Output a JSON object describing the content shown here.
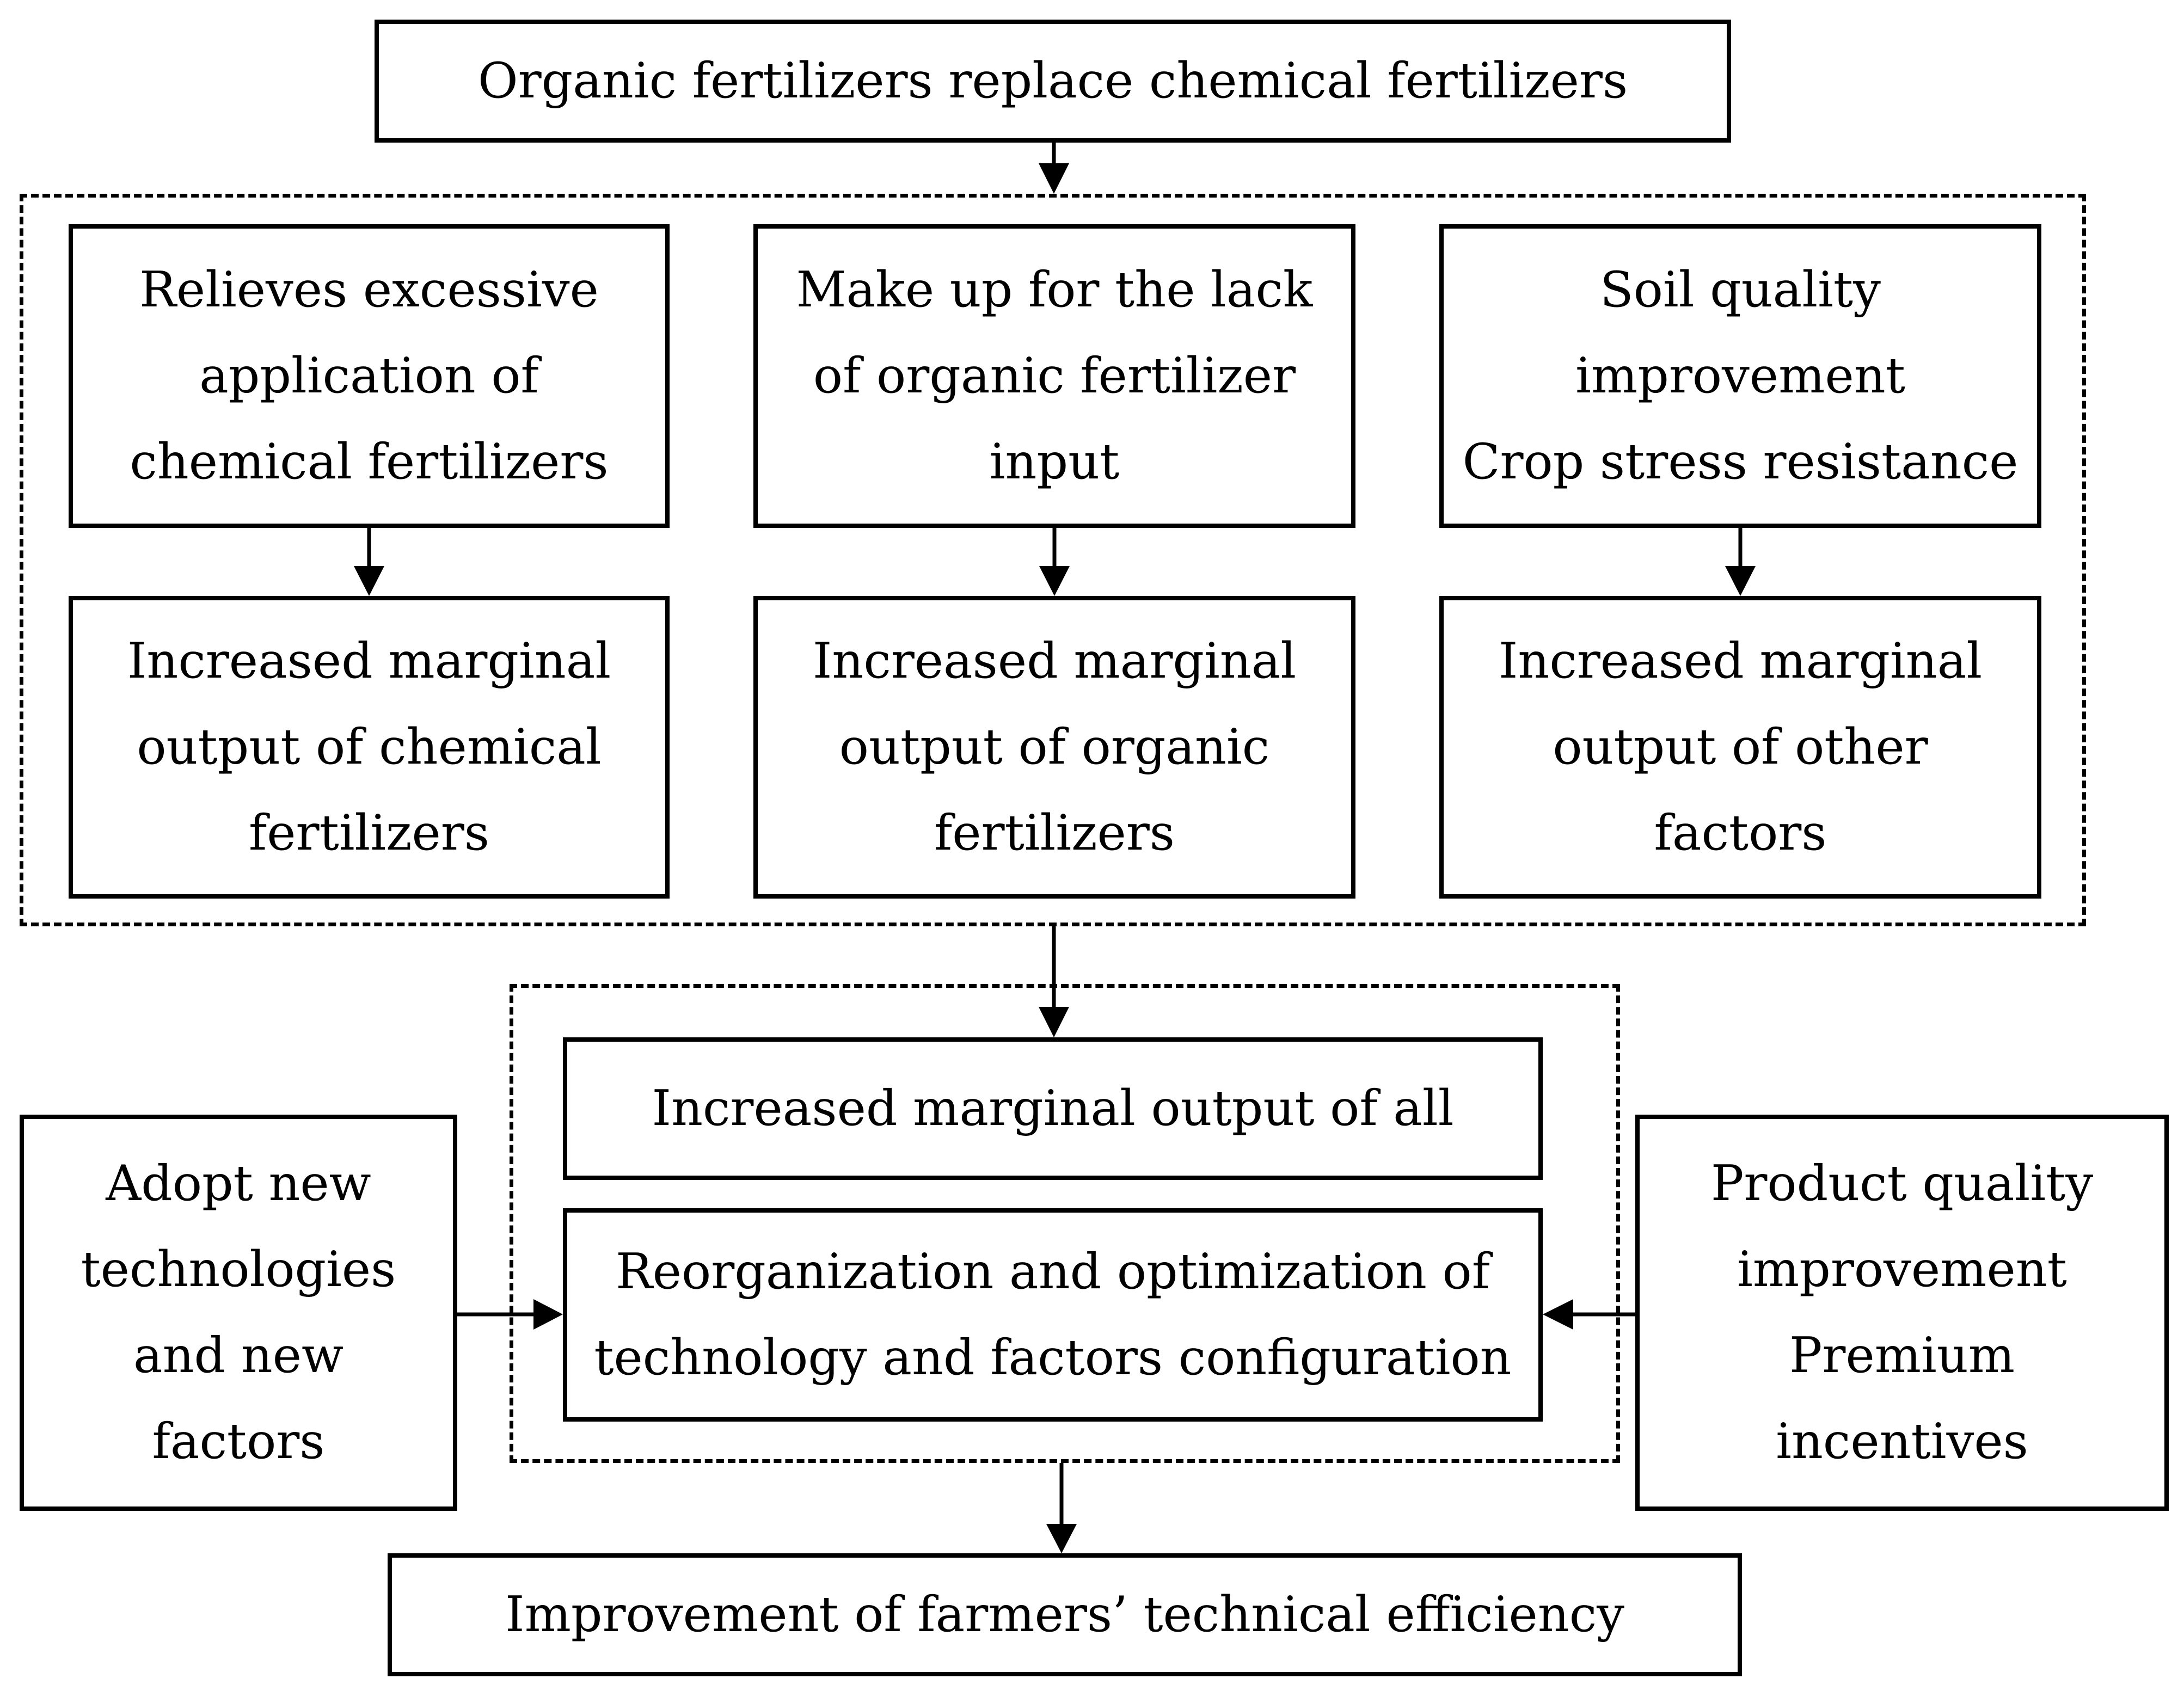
{
  "diagram": {
    "top": "Organic fertilizers replace chemical fertilizers",
    "effects": [
      {
        "cause": [
          "Relieves excessive",
          "application of",
          "chemical fertilizers"
        ],
        "result": [
          "Increased marginal",
          "output of chemical",
          "fertilizers"
        ]
      },
      {
        "cause": [
          "Make up for the lack",
          "of organic fertilizer",
          "input"
        ],
        "result": [
          "Increased marginal",
          "output of organic",
          "fertilizers"
        ]
      },
      {
        "cause": [
          "Soil quality",
          "improvement",
          "Crop stress resistance"
        ],
        "result": [
          "Increased marginal",
          "output of other",
          "factors"
        ]
      }
    ],
    "center_upper": "Increased marginal output of all",
    "center_lower": [
      "Reorganization and optimization of",
      "technology and factors configuration"
    ],
    "left": [
      "Adopt new",
      "technologies",
      "and new",
      "factors"
    ],
    "right": [
      "Product quality",
      "improvement",
      "Premium",
      "incentives"
    ],
    "bottom": "Improvement of farmers’ technical efficiency"
  }
}
